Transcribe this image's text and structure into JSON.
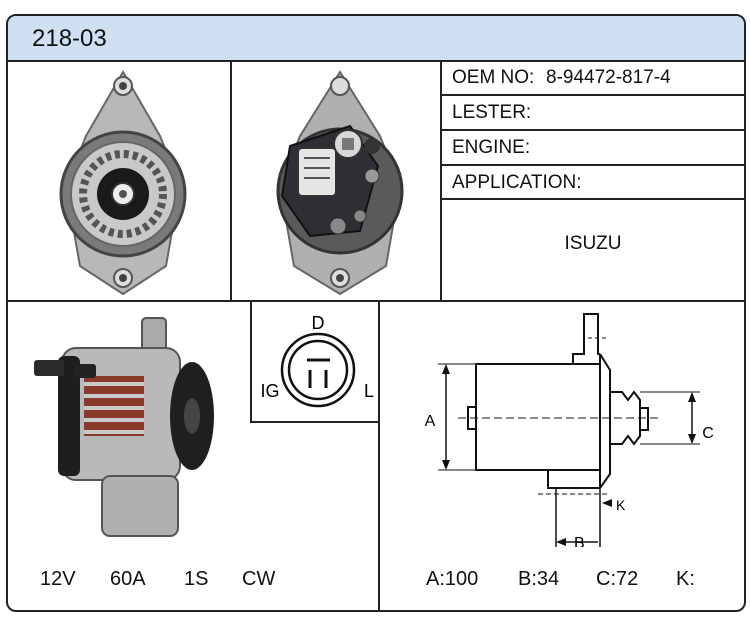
{
  "title": "218-03",
  "info": {
    "oem_label": "OEM NO:",
    "oem_value": "8-94472-817-4",
    "lester_label": "LESTER:",
    "engine_label": "ENGINE:",
    "application_label": "APPLICATION:",
    "application_value": "ISUZU"
  },
  "connector": {
    "top": "D",
    "left": "IG",
    "right": "L"
  },
  "specs": {
    "voltage": "12V",
    "amperage": "60A",
    "pulley": "1S",
    "rotation": "CW"
  },
  "diagram_labels": {
    "a": "A",
    "b": "B",
    "c": "C",
    "k": "K"
  },
  "dimensions": {
    "a": "A:100",
    "b": "B:34",
    "c": "C:72",
    "k": "K:"
  }
}
